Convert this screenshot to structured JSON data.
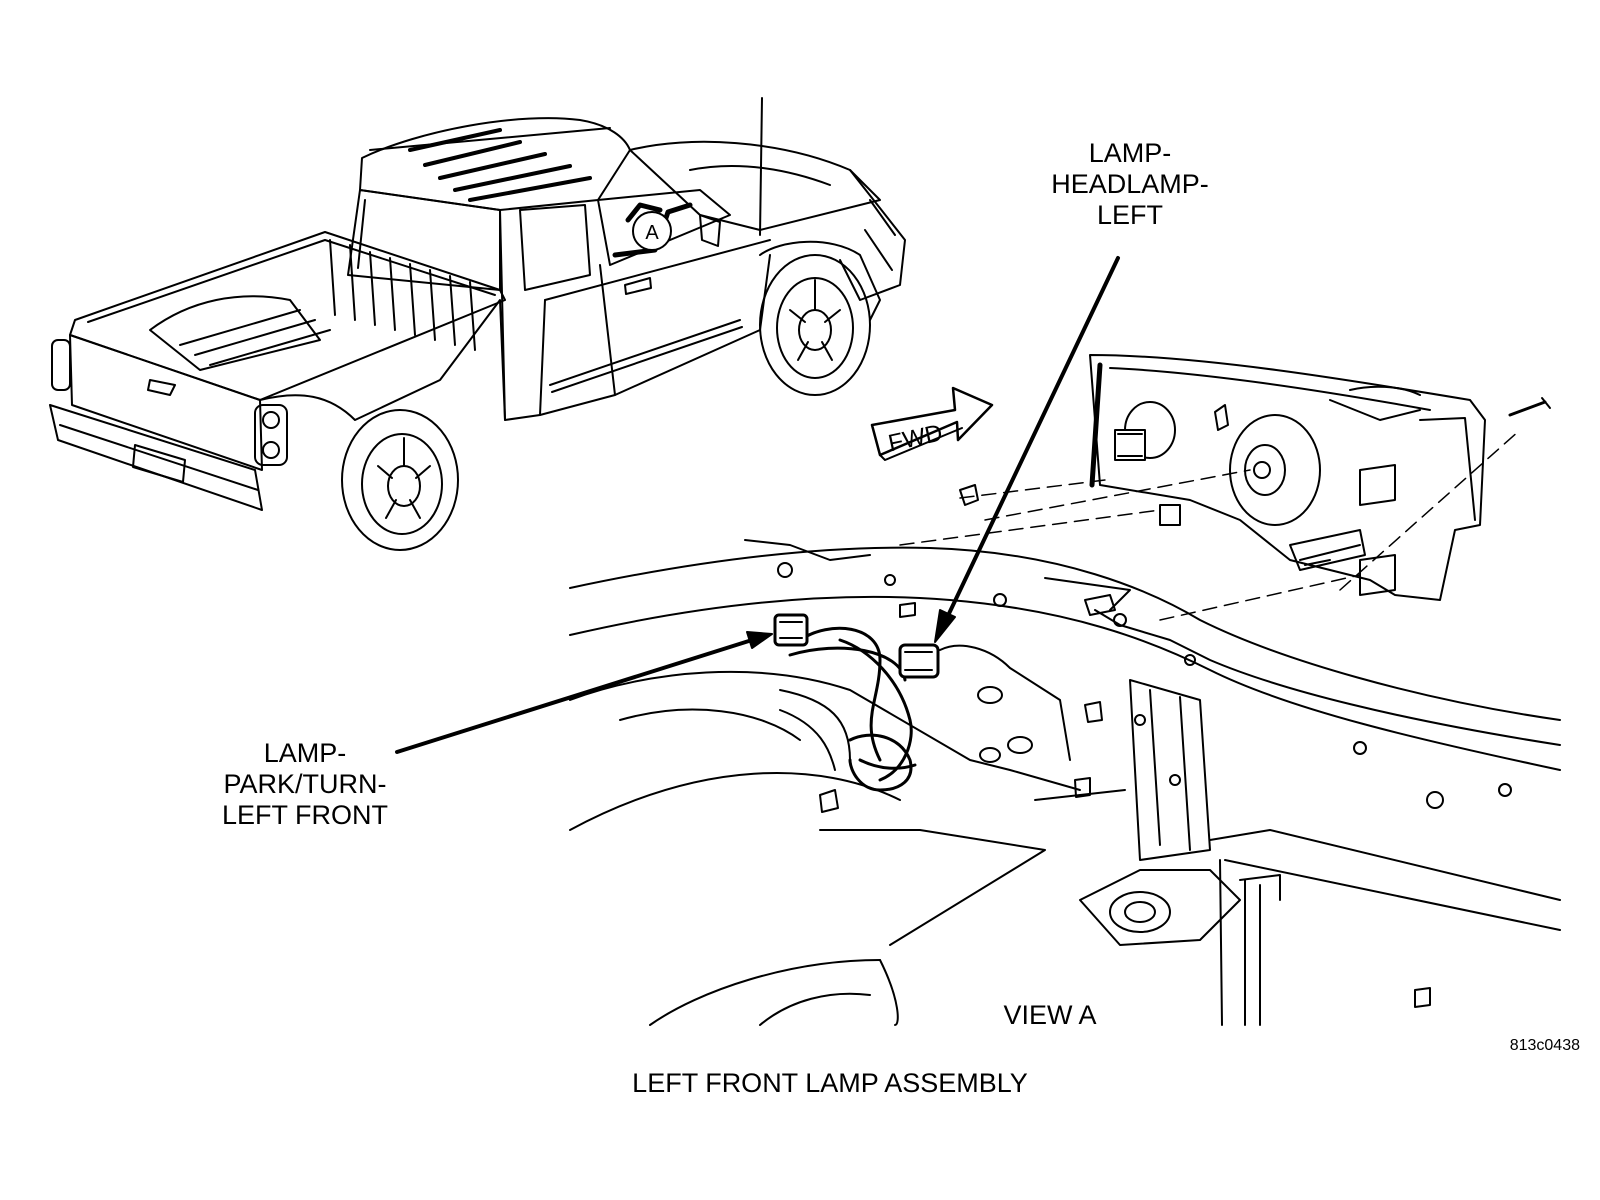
{
  "labels": {
    "headlamp": [
      "LAMP-",
      "HEADLAMP-",
      "LEFT"
    ],
    "park_turn": [
      "LAMP-",
      "PARK/TURN-",
      "LEFT FRONT"
    ],
    "view": "VIEW A",
    "view_marker": "A",
    "fwd": "FWD",
    "figure_code": "813c0438",
    "caption": "LEFT FRONT LAMP ASSEMBLY"
  },
  "colors": {
    "line": "#000000",
    "background": "#ffffff"
  }
}
